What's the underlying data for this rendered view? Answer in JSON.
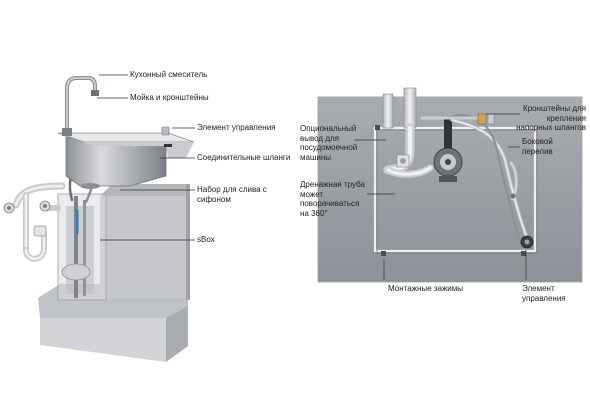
{
  "left_diagram": {
    "labels": {
      "faucet": "Кухонный смеситель",
      "sink": "Мойка и кронштейны",
      "control": "Элемент управления",
      "hoses": "Соединительные шланги",
      "drain_set_l1": "Набор для слива с",
      "drain_set_l2": "сифоном",
      "sbox": "sBox"
    }
  },
  "right_diagram": {
    "labels": {
      "brackets_l1": "Кронштейны для",
      "brackets_l2": "крепления",
      "brackets_l3": "напорных шлангов",
      "dishwasher_l1": "Опциональный",
      "dishwasher_l2": "вывод для",
      "dishwasher_l3": "посудомоечной",
      "dishwasher_l4": "машины",
      "overflow_l1": "Боковой",
      "overflow_l2": "перелив",
      "drainpipe_l1": "Дренажная труба",
      "drainpipe_l2": "может",
      "drainpipe_l3": "поворачиваться",
      "drainpipe_l4": "на 360°",
      "clamps": "Монтажные зажимы",
      "control_l1": "Элемент",
      "control_l2": "управления"
    }
  }
}
